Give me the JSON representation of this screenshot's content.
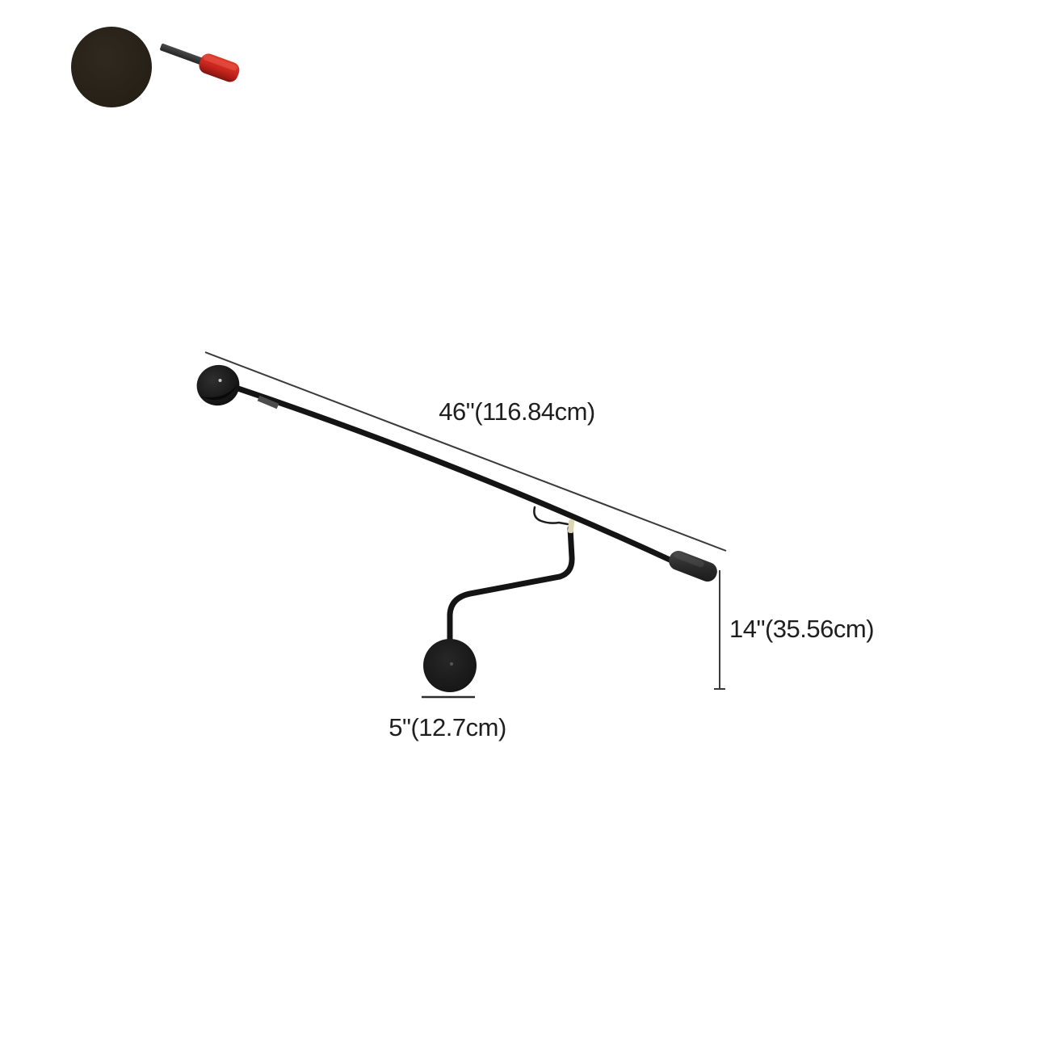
{
  "thumbnails": {
    "finish_swatch": {
      "name": "black-finish-swatch",
      "color": "#282218"
    },
    "tool": {
      "name": "screwdriver",
      "handle_color": "#c7251d",
      "shaft_color": "#383838"
    }
  },
  "diagram": {
    "labels": {
      "arm_length": "46\"(116.84cm)",
      "head_drop": "14\"(35.56cm)",
      "plate_width": "5\"(12.7cm)"
    },
    "colors": {
      "fixture_black": "#141414",
      "dimension_line": "#3a3a3a",
      "label_text": "#1f1f1f",
      "connector_tip": "#ddd6b4"
    }
  }
}
